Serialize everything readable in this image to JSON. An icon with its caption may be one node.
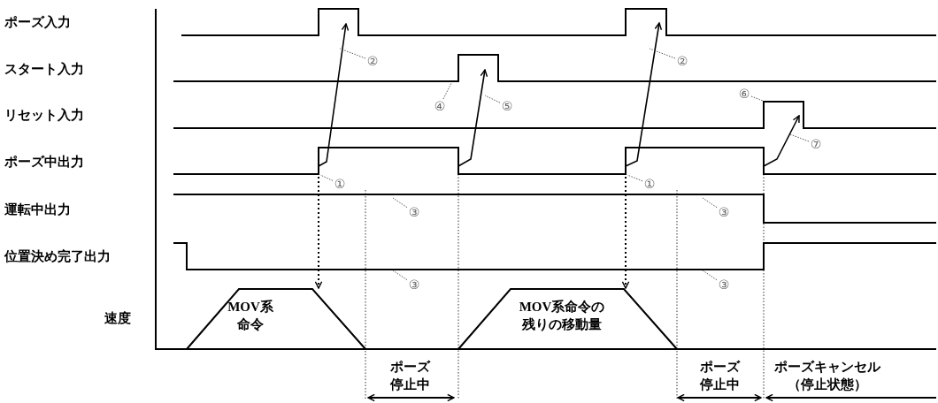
{
  "diagram": {
    "nodes": [
      {
        "text": [
          "②"
        ]
      },
      {
        "text": [
          "②"
        ]
      },
      {
        "text": [
          "⑥"
        ]
      },
      {
        "text": [
          "④"
        ]
      },
      {
        "text": [
          "⑤"
        ]
      },
      {
        "text": [
          "⑦"
        ]
      },
      {
        "text": [
          "①"
        ]
      },
      {
        "text": [
          "①"
        ]
      },
      {
        "text": [
          "③"
        ]
      },
      {
        "text": [
          "③"
        ]
      },
      {
        "text": [
          "③"
        ]
      },
      {
        "text": [
          "③"
        ]
      }
    ],
    "edges": [
      {
        "from": 0,
        "to": null,
        "arrow": "none",
        "style": "dashed"
      },
      {
        "from": 1,
        "to": null,
        "arrow": "none",
        "style": "dashed"
      },
      {
        "from": 2,
        "to": null,
        "arrow": "none",
        "style": "dashed"
      },
      {
        "from": 3,
        "to": null,
        "arrow": "none",
        "style": "dashed"
      },
      {
        "from": 4,
        "to": null,
        "arrow": "none",
        "style": "dashed"
      },
      {
        "from": 5,
        "to": null,
        "arrow": "none",
        "style": "dashed"
      },
      {
        "from": 6,
        "to": null,
        "arrow": "none",
        "style": "dashed"
      },
      {
        "from": 7,
        "to": null,
        "arrow": "none",
        "style": "dashed"
      },
      {
        "from": 8,
        "to": null,
        "arrow": "none",
        "style": "dashed"
      },
      {
        "from": 9,
        "to": null,
        "arrow": "none",
        "style": "dashed"
      },
      {
        "from": 10,
        "to": null,
        "arrow": "none",
        "style": "dashed"
      },
      {
        "from": 11,
        "to": null,
        "arrow": "none",
        "style": "dashed"
      }
    ],
    "labels": [
      "ポーズ入力",
      "スタート入力",
      "リセット入力",
      "ポーズ中出力",
      "運転中出力",
      "位置決め完了出力",
      "速度",
      "MOV系命令",
      "MOV系命令の残りの移動量",
      "ポーズ停止中",
      "ポーズ停止中",
      "ポーズキャンセル（停止状態）"
    ]
  }
}
